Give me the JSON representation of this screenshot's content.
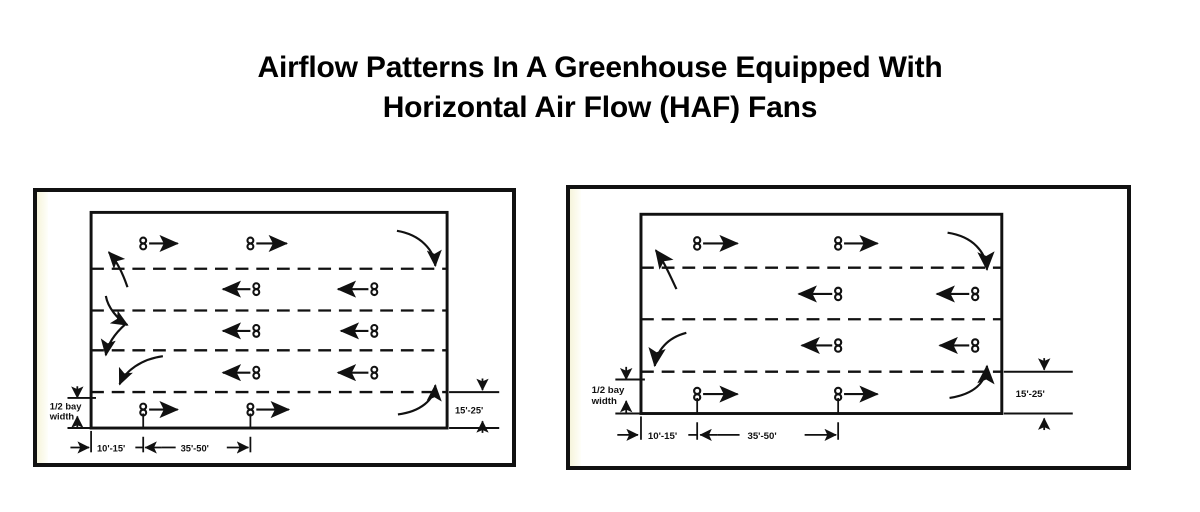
{
  "title": {
    "line1": "Airflow Patterns In A Greenhouse Equipped With",
    "line2": "Horizontal Air Flow (HAF) Fans"
  },
  "colors": {
    "ink": "#111111",
    "page_background": "#ffffff",
    "panel_background": "#ffffff",
    "panel_border": "#111111",
    "cream_edge": "#f6f4dc"
  },
  "diagrams": [
    {
      "id": "left-diagram",
      "name": "narrow-greenhouse-haf-layout",
      "bands": 5,
      "dashed_lines": 4,
      "labels": {
        "half_bay_width_line1": "1/2 bay",
        "half_bay_width_line2": "width",
        "edge_offset": "10'-15'",
        "fan_spacing": "35'-50'",
        "bay_depth": "15'-25'"
      },
      "fan_rows": [
        {
          "direction": "right",
          "fans": 2
        },
        {
          "direction": "left",
          "fans": 2
        },
        {
          "direction": "left",
          "fans": 2
        },
        {
          "direction": "left",
          "fans": 2
        },
        {
          "direction": "right",
          "fans": 2
        }
      ],
      "turn_arrows": [
        {
          "wall": "left",
          "turn": "up"
        },
        {
          "wall": "left",
          "turn": "down"
        },
        {
          "wall": "left",
          "turn": "up"
        },
        {
          "wall": "left",
          "turn": "down"
        },
        {
          "wall": "right",
          "turn": "down"
        },
        {
          "wall": "right",
          "turn": "up"
        }
      ]
    },
    {
      "id": "right-diagram",
      "name": "wide-greenhouse-haf-layout",
      "bands": 4,
      "dashed_lines": 3,
      "labels": {
        "half_bay_width_line1": "1/2 bay",
        "half_bay_width_line2": "width",
        "edge_offset": "10'-15'",
        "fan_spacing": "35'-50'",
        "bay_depth": "15'-25'"
      },
      "fan_rows": [
        {
          "direction": "right",
          "fans": 2
        },
        {
          "direction": "left",
          "fans": 2
        },
        {
          "direction": "left",
          "fans": 2
        },
        {
          "direction": "right",
          "fans": 2
        }
      ],
      "turn_arrows": [
        {
          "wall": "left",
          "turn": "up"
        },
        {
          "wall": "left",
          "turn": "down"
        },
        {
          "wall": "right",
          "turn": "down"
        },
        {
          "wall": "right",
          "turn": "up"
        }
      ]
    }
  ]
}
